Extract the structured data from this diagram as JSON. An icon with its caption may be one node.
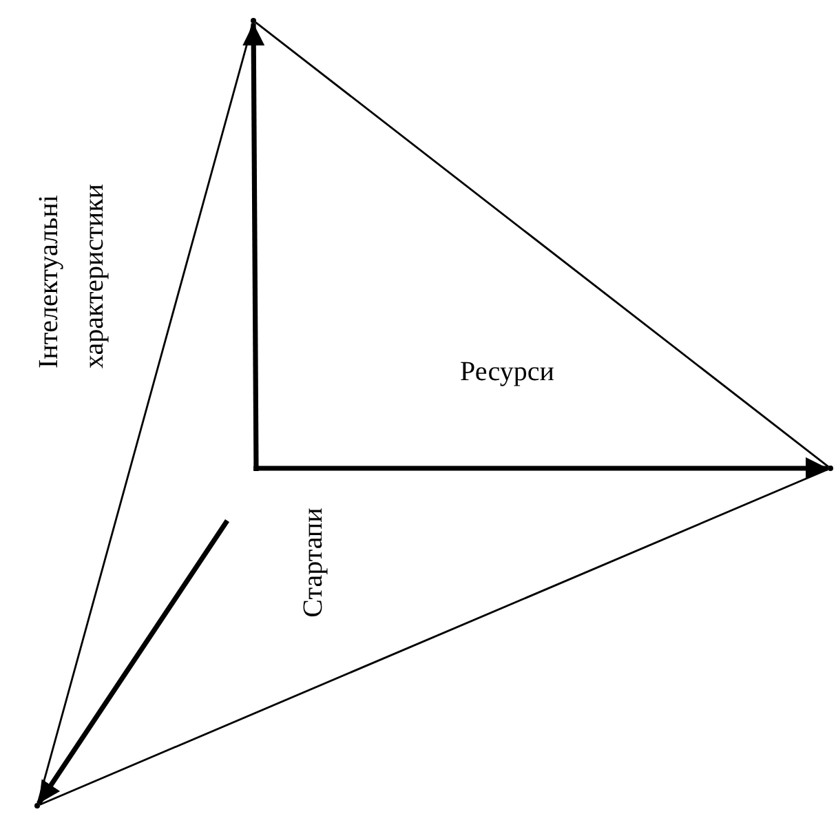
{
  "diagram": {
    "nodes": [
      {
        "text": [],
        "shape": "point"
      },
      {
        "text": [],
        "shape": "point"
      },
      {
        "text": [],
        "shape": "point"
      }
    ],
    "edges": [
      {
        "from": null,
        "to": 0,
        "arrow": "to",
        "style": "thick"
      },
      {
        "from": null,
        "to": 1,
        "arrow": "to",
        "style": "thick"
      },
      {
        "from": null,
        "to": 2,
        "arrow": "to",
        "style": "thick"
      },
      {
        "from": 0,
        "to": 1,
        "arrow": "none"
      },
      {
        "from": 1,
        "to": 2,
        "arrow": "none"
      },
      {
        "from": 2,
        "to": 0,
        "arrow": "none"
      }
    ],
    "labels": [
      "Інтелектуальні характеристики",
      "Ресурси",
      "Стартапи"
    ]
  }
}
